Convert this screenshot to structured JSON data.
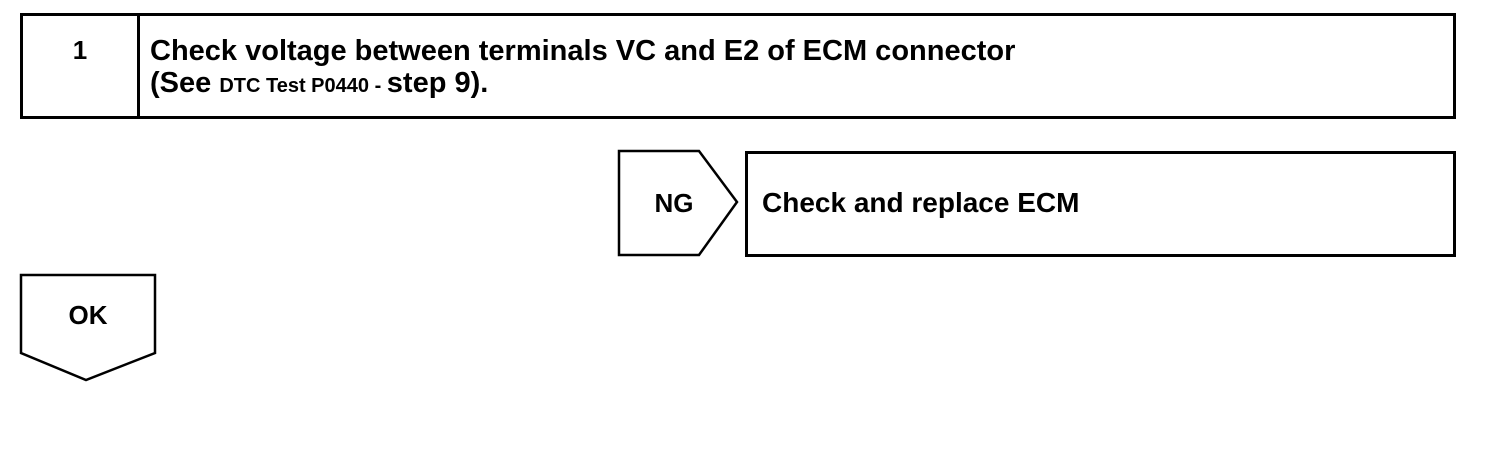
{
  "step": {
    "number": "1",
    "line1": "Check voltage between terminals VC and E2 of ECM connector",
    "line2_prefix": "(See ",
    "line2_ref": "DTC Test P0440 - ",
    "line2_suffix": "step 9)."
  },
  "ng_branch": {
    "label": "NG",
    "action": "Check and replace ECM"
  },
  "ok_branch": {
    "label": "OK"
  }
}
